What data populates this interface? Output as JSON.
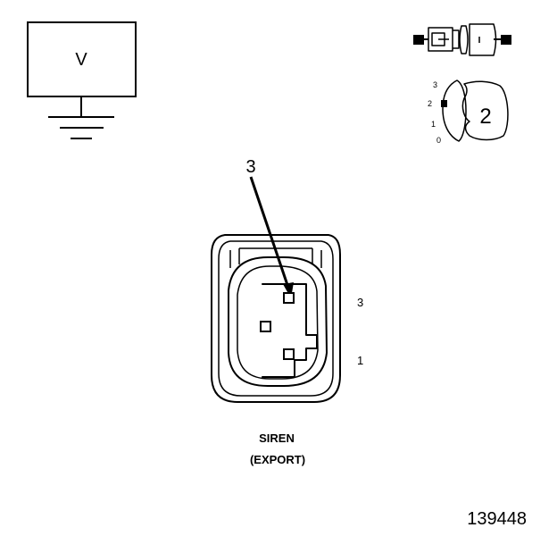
{
  "meter": {
    "label": "V"
  },
  "ignition": {
    "positions": [
      "3",
      "2",
      "1",
      "0"
    ],
    "selected_label": "2"
  },
  "callout": {
    "label": "3"
  },
  "pins": {
    "top_label": "3",
    "bottom_label": "1"
  },
  "connector": {
    "name": "SIREN",
    "variant": "(EXPORT)"
  },
  "figure_number": "139448"
}
